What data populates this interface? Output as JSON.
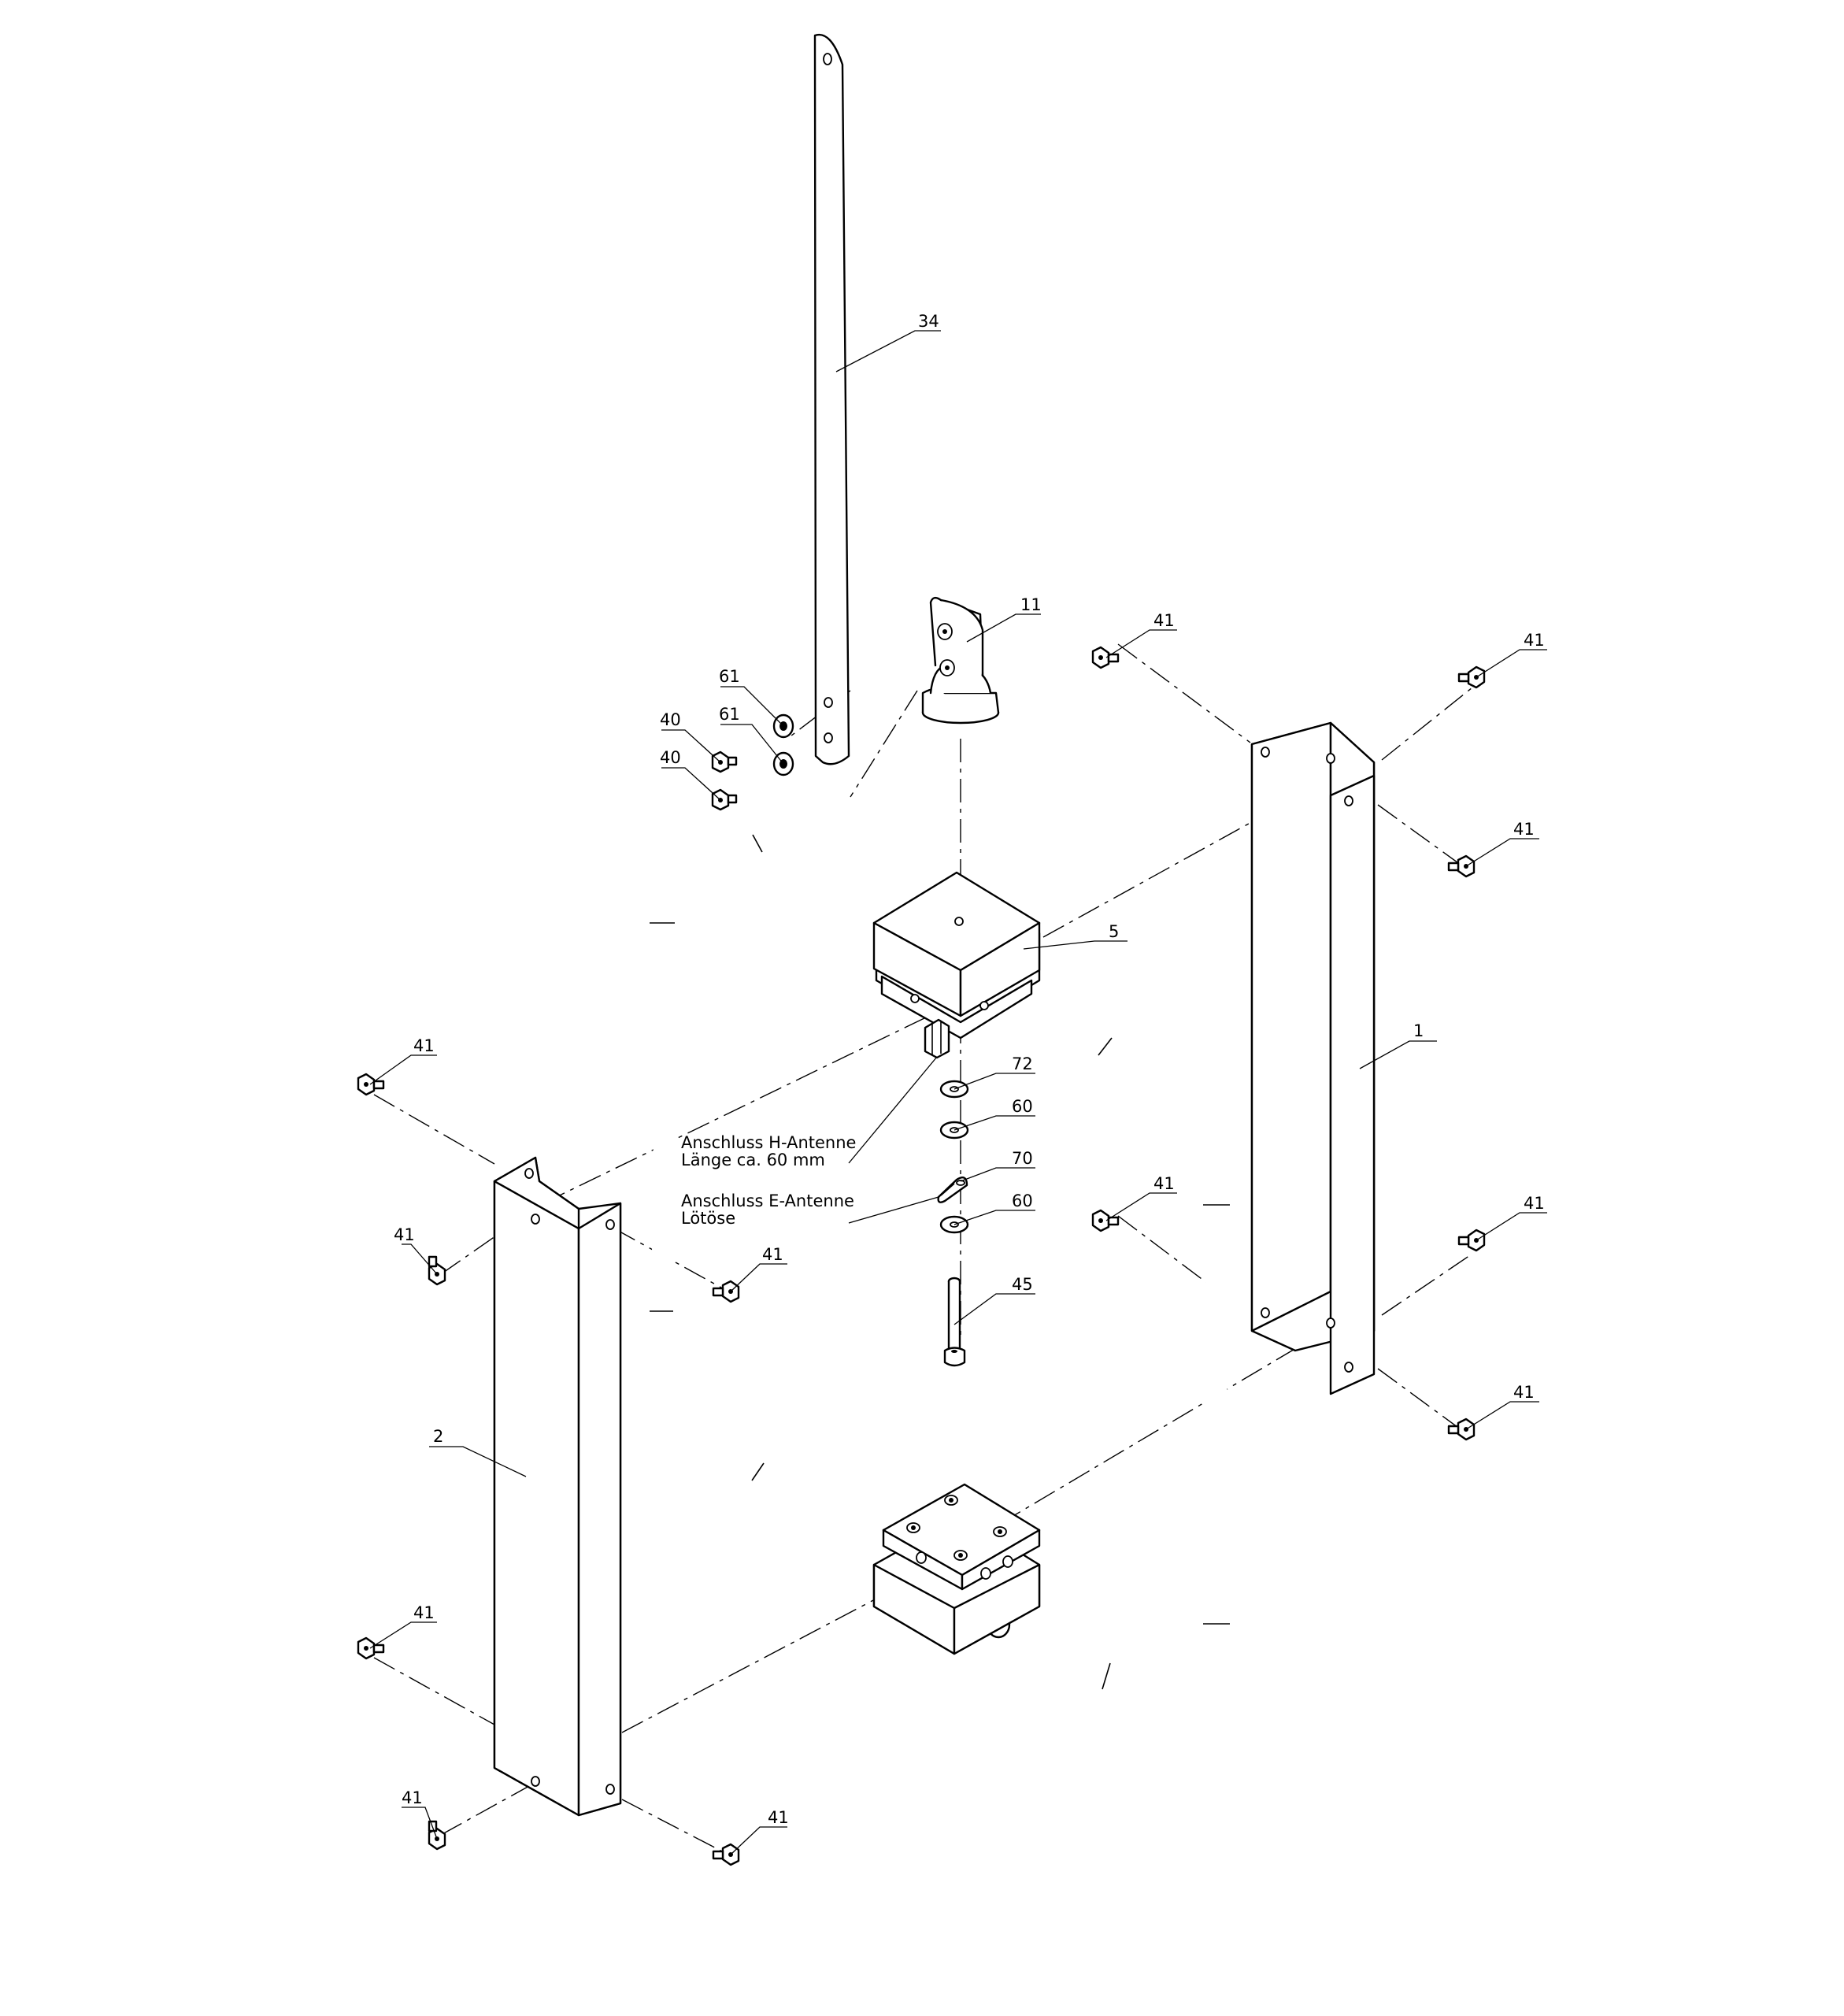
{
  "balloons": [
    {
      "id": "b-34",
      "text": "34"
    },
    {
      "id": "b-11",
      "text": "11"
    },
    {
      "id": "b-61a",
      "text": "61"
    },
    {
      "id": "b-61b",
      "text": "61"
    },
    {
      "id": "b-40a",
      "text": "40"
    },
    {
      "id": "b-40b",
      "text": "40"
    },
    {
      "id": "b-5",
      "text": "5"
    },
    {
      "id": "b-1",
      "text": "1"
    },
    {
      "id": "b-2",
      "text": "2"
    },
    {
      "id": "b-72",
      "text": "72"
    },
    {
      "id": "b-60a",
      "text": "60"
    },
    {
      "id": "b-70",
      "text": "70"
    },
    {
      "id": "b-60b",
      "text": "60"
    },
    {
      "id": "b-45",
      "text": "45"
    },
    {
      "id": "b-41a",
      "text": "41"
    },
    {
      "id": "b-41b",
      "text": "41"
    },
    {
      "id": "b-41c",
      "text": "41"
    },
    {
      "id": "b-41d",
      "text": "41"
    },
    {
      "id": "b-41e",
      "text": "41"
    },
    {
      "id": "b-41f",
      "text": "41"
    },
    {
      "id": "b-41g",
      "text": "41"
    },
    {
      "id": "b-41h",
      "text": "41"
    },
    {
      "id": "b-41i",
      "text": "41"
    },
    {
      "id": "b-41j",
      "text": "41"
    },
    {
      "id": "b-41k",
      "text": "41"
    },
    {
      "id": "b-41l",
      "text": "41"
    }
  ],
  "notes": {
    "h_antenna_line1": "Anschluss H-Antenne",
    "h_antenna_line2": "Länge ca. 60 mm",
    "e_antenna_line1": "Anschluss E-Antenne",
    "e_antenna_line2": "Lötöse"
  }
}
